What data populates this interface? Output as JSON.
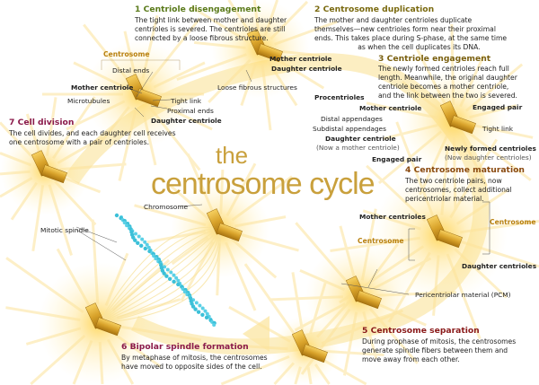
{
  "title": {
    "line1": "the",
    "line2": "centrosome cycle"
  },
  "colors": {
    "step1": "#5a7a1a",
    "step2": "#7a6a10",
    "step3": "#7a6010",
    "step4": "#8a4a10",
    "step5": "#8a1a1a",
    "step6": "#8a1a4a",
    "step7": "#8a1a4a",
    "centrosome_label": "#b8800f",
    "title": "#c9a03c",
    "centriole": "#e0b030",
    "chromosome": "#3cc0d8"
  },
  "steps": [
    {
      "heading": "1 Centriole disengagement",
      "body": "The tight link between mother and daughter\ncentrioles is severed. The centrioles are still\nconnected by a loose fibrous structure."
    },
    {
      "heading": "2 Centrosome duplication",
      "body": "The mother and daughter centrioles duplicate\nthemselves—new centrioles form near their proximal\nends. This takes place during S-phase, at the same time\n                    as when the cell duplicates its DNA."
    },
    {
      "heading": "3 Centriole engagement",
      "body": "The newly formed centrioles reach full\nlength. Meanwhile, the original daughter\ncentriole becomes a mother centriole,\nand the link between the two is severed."
    },
    {
      "heading": "4 Centrosome maturation",
      "body": "The two centriole pairs, now\ncentrosomes, collect additional\npericentriolar material."
    },
    {
      "heading": "5 Centrosome separation",
      "body": "During prophase of mitosis, the centrosomes\ngenerate spindle fibers between them and\nmove away from each other."
    },
    {
      "heading": "6 Bipolar spindle formation",
      "body": "By metaphase of mitosis, the centrosomes\nhave moved to opposite sides of the cell."
    },
    {
      "heading": "7 Cell division",
      "body": "The cell divides, and each daughter cell receives\none centrosome with a pair of centrioles."
    }
  ],
  "labels": {
    "centrosome": "Centrosome",
    "distal_ends": "Distal ends",
    "mother_centriole": "Mother centriole",
    "microtubules": "Microtubules",
    "tight_link": "Tight link",
    "proximal_ends": "Proximal ends",
    "daughter_centriole": "Daughter centriole",
    "loose_fibrous": "Loose fibrous structures",
    "procentrioles": "Procentrioles",
    "engaged_pair": "Engaged pair",
    "distal_appendages": "Distal appendages",
    "subdistal_appendages": "Subdistal appendages",
    "now_mother": "(Now a mother centriole)",
    "newly_formed": "Newly formed centrioles",
    "now_daughter": "(Now daughter centrioles)",
    "mother_centrioles": "Mother centrioles",
    "daughter_centrioles": "Daughter centrioles",
    "pcm": "Pericentriolar material (PCM)",
    "chromosome": "Chromosome",
    "mitotic_spindle": "Mitotic spindle"
  }
}
